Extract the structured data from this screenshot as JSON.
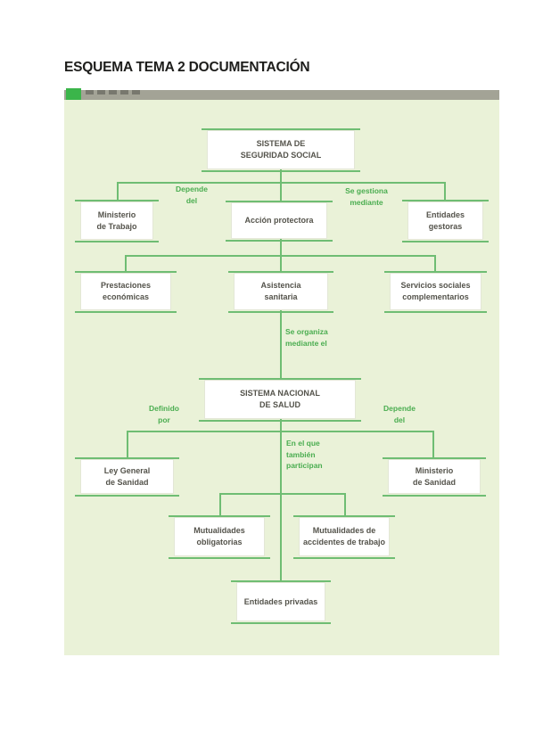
{
  "header": {
    "title": "ESQUEMA TEMA 2 DOCUMENTACIÓN"
  },
  "colors": {
    "connector_green": "#6fbd73",
    "label_green": "#4aad50",
    "canvas_background": "#eaf2d8",
    "topbar_gray": "#a3a396",
    "logo_green": "#3bb54a",
    "node_text": "#54534b",
    "title_text": "#1d1d1b"
  },
  "diagram": {
    "nodes": {
      "sistema_seguridad_social": "SISTEMA DE\nSEGURIDAD SOCIAL",
      "ministerio_trabajo": "Ministerio\nde Trabajo",
      "accion_protectora": "Acción protectora",
      "entidades_gestoras": "Entidades\ngestoras",
      "prestaciones_economicas": "Prestaciones\neconómicas",
      "asistencia_sanitaria": "Asistencia\nsanitaria",
      "servicios_sociales": "Servicios sociales\ncomplementarios",
      "sistema_nacional_salud": "SISTEMA NACIONAL\nDE SALUD",
      "ley_general_sanidad": "Ley General\nde Sanidad",
      "ministerio_sanidad": "Ministerio\nde Sanidad",
      "mutualidades_obligatorias": "Mutualidades\nobligatorias",
      "mutualidades_accidentes": "Mutualidades de\naccidentes de trabajo",
      "entidades_privadas": "Entidades privadas"
    },
    "edge_labels": {
      "depende_del_izq": "Depende\ndel",
      "se_gestiona_mediante": "Se gestiona\nmediante",
      "se_organiza_mediante": "Se organiza\nmediante el",
      "definido_por": "Definido\npor",
      "depende_del_der": "Depende\ndel",
      "en_el_que_participan": "En el que\ntambién\nparticipan"
    }
  }
}
